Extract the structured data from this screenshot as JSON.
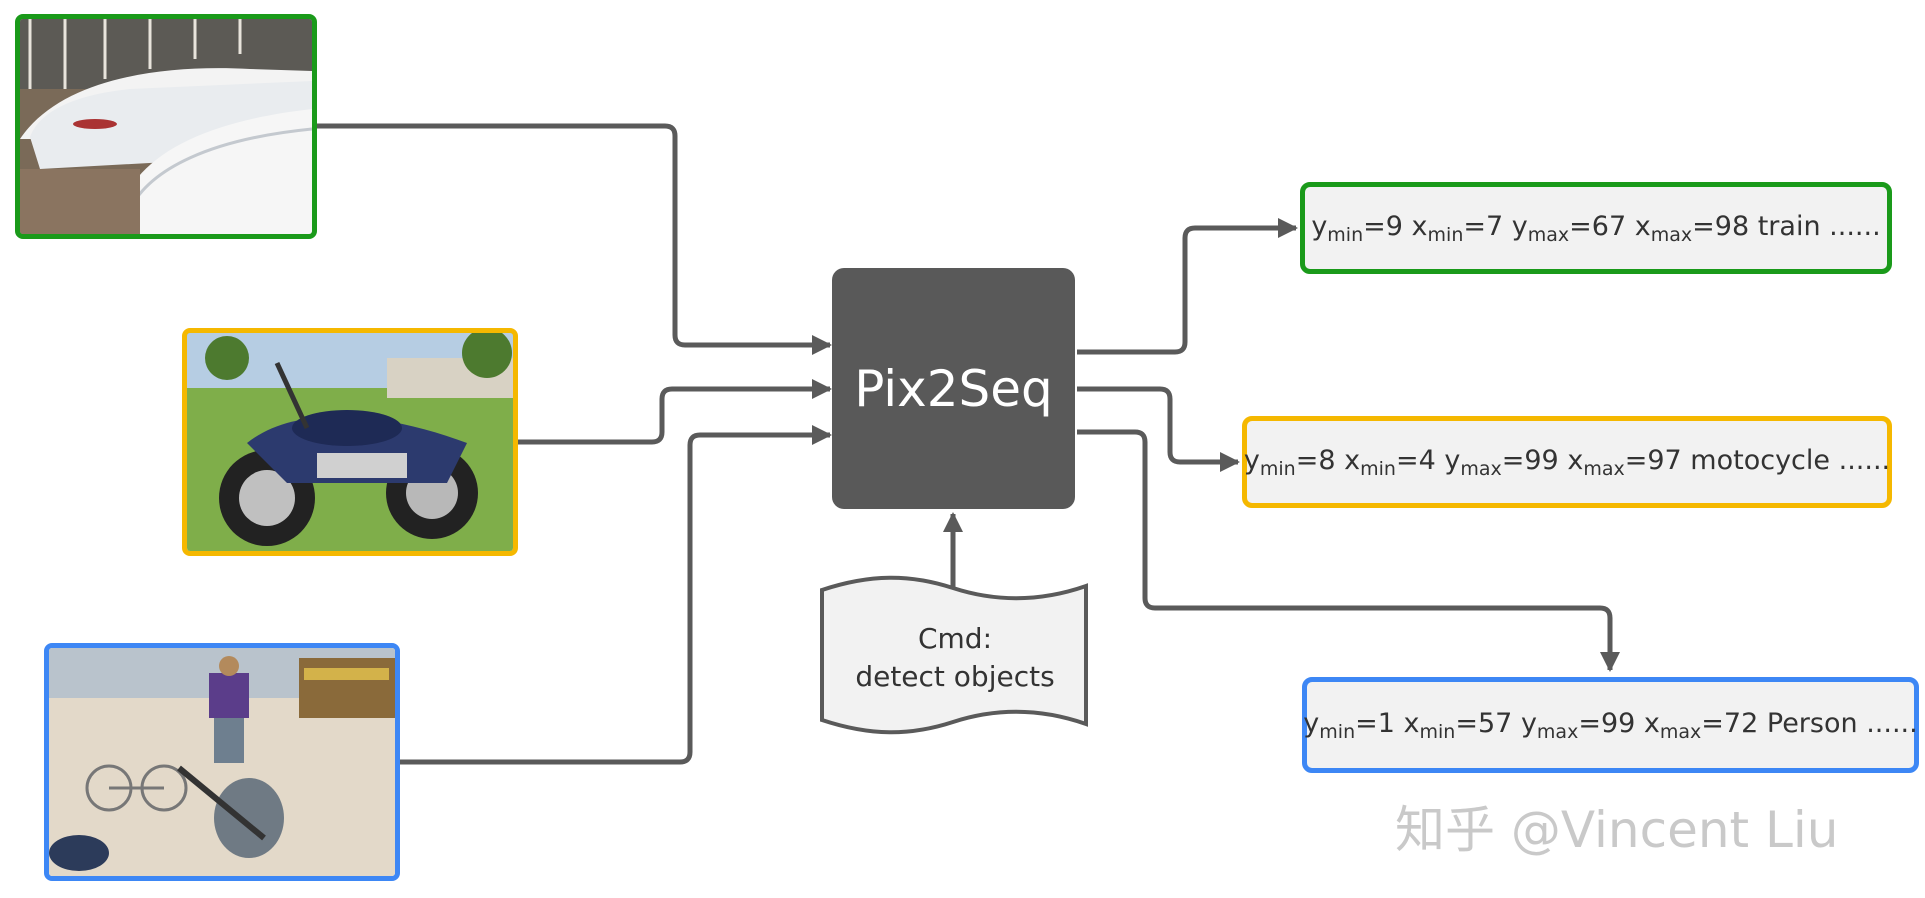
{
  "model": {
    "label": "Pix2Seq"
  },
  "command": {
    "line1": "Cmd:",
    "line2": "detect objects"
  },
  "outputs": [
    {
      "y_min": "9",
      "x_min": "7",
      "y_max": "67",
      "x_max": "98",
      "label": "train",
      "ellipsis": "......",
      "border_color": "#1a9a1a"
    },
    {
      "y_min": "8",
      "x_min": "4",
      "y_max": "99",
      "x_max": "97",
      "label": "motocycle",
      "ellipsis": "......",
      "border_color": "#f5b800"
    },
    {
      "y_min": "1",
      "x_min": "57",
      "y_max": "99",
      "x_max": "72",
      "label": "Person",
      "ellipsis": "......",
      "border_color": "#3d87f5"
    }
  ],
  "symbols": {
    "y": "y",
    "x": "x",
    "min": "min",
    "max": "max",
    "eq": "="
  },
  "images": [
    {
      "subject": "train",
      "border_color": "#1a9a1a"
    },
    {
      "subject": "motorcycle",
      "border_color": "#f5b800"
    },
    {
      "subject": "person-with-bicycles",
      "border_color": "#3d87f5"
    }
  ],
  "watermark": "知乎 @Vincent Liu",
  "colors": {
    "arrow": "#5a5a5a",
    "model_fill": "#595959",
    "cmd_fill": "#f2f2f2"
  }
}
